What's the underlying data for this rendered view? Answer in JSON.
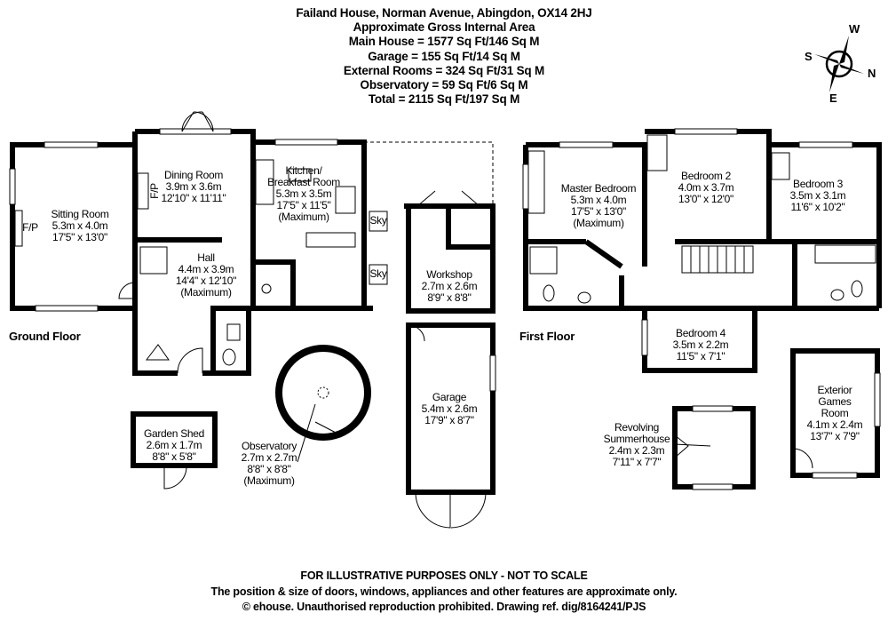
{
  "header": {
    "address": "Failand House, Norman Avenue, Abingdon, OX14 2HJ",
    "area_heading": "Approximate Gross Internal Area",
    "main_house": "Main House = 1577 Sq Ft/146 Sq M",
    "garage": "Garage = 155 Sq Ft/14 Sq M",
    "external_rooms": "External Rooms = 324 Sq Ft/31 Sq M",
    "observatory": "Observatory = 59 Sq Ft/6 Sq M",
    "total": "Total = 2115 Sq Ft/197 Sq M"
  },
  "compass": {
    "n": "N",
    "s": "S",
    "e": "E",
    "w": "W"
  },
  "floors": {
    "ground": "Ground Floor",
    "first": "First Floor"
  },
  "fixtures": {
    "fp": "F/P",
    "sky": "Sky"
  },
  "rooms": {
    "sitting": {
      "name": "Sitting Room",
      "metric": "5.3m x 4.0m",
      "imperial": "17'5\" x 13'0\""
    },
    "dining": {
      "name": "Dining Room",
      "metric": "3.9m x 3.6m",
      "imperial": "12'10\" x 11'11\""
    },
    "kitchen": {
      "name1": "Kitchen/",
      "name2": "Breakfast Room",
      "metric": "5.3m x 3.5m",
      "imperial": "17'5\" x 11'5\"",
      "note": "(Maximum)"
    },
    "hall": {
      "name": "Hall",
      "metric": "4.4m x 3.9m",
      "imperial": "14'4\" x 12'10\"",
      "note": "(Maximum)"
    },
    "workshop": {
      "name": "Workshop",
      "metric": "2.7m x 2.6m",
      "imperial": "8'9\" x 8'8\""
    },
    "garage": {
      "name": "Garage",
      "metric": "5.4m x 2.6m",
      "imperial": "17'9\" x 8'7\""
    },
    "garden_shed": {
      "name": "Garden Shed",
      "metric": "2.6m x 1.7m",
      "imperial": "8'8\" x 5'8\""
    },
    "observatory": {
      "name": "Observatory",
      "metric": "2.7m x 2.7m",
      "imperial": "8'8\" x 8'8\"",
      "note": "(Maximum)"
    },
    "master_bedroom": {
      "name": "Master Bedroom",
      "metric": "5.3m x 4.0m",
      "imperial": "17'5\" x 13'0\"",
      "note": "(Maximum)"
    },
    "bedroom2": {
      "name": "Bedroom 2",
      "metric": "4.0m x 3.7m",
      "imperial": "13'0\" x 12'0\""
    },
    "bedroom3": {
      "name": "Bedroom 3",
      "metric": "3.5m x 3.1m",
      "imperial": "11'6\" x 10'2\""
    },
    "bedroom4": {
      "name": "Bedroom 4",
      "metric": "3.5m x 2.2m",
      "imperial": "11'5\" x 7'1\""
    },
    "summerhouse": {
      "name1": "Revolving",
      "name2": "Summerhouse",
      "metric": "2.4m x 2.3m",
      "imperial": "7'11\" x 7'7\""
    },
    "games": {
      "name1": "Exterior",
      "name2": "Games",
      "name3": "Room",
      "metric": "4.1m x 2.4m",
      "imperial": "13'7\" x 7'9\""
    }
  },
  "footer": {
    "line1": "FOR ILLUSTRATIVE PURPOSES ONLY - NOT TO SCALE",
    "line2": "The position & size of doors, windows, appliances and other features are approximate only.",
    "line3": "© ehouse. Unauthorised reproduction prohibited. Drawing ref. dig/8164241/PJS"
  }
}
